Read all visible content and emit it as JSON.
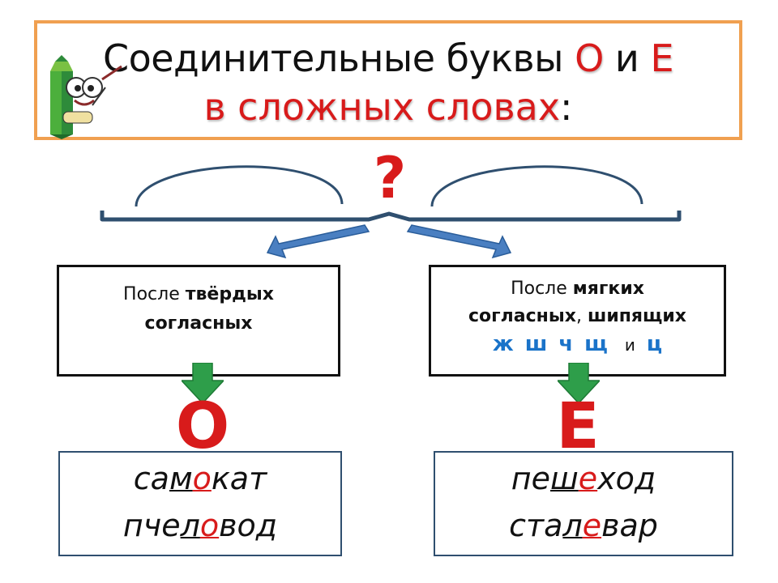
{
  "title": {
    "line1_prefix": "Соединительные буквы ",
    "letter_o": "О",
    "conj": " и ",
    "letter_e": "Е",
    "line2_main": "в сложных словах",
    "line2_colon": ":"
  },
  "question_mark": "?",
  "left_rule": {
    "prefix": "После ",
    "bold1": "твёрдых",
    "bold2": "согласных"
  },
  "right_rule": {
    "prefix": "После ",
    "bold1": "мягких",
    "bold2": "согласных",
    "comma": ", ",
    "bold3": "шипящих",
    "consonants": [
      "ж",
      "ш",
      "ч",
      "щ"
    ],
    "and": "и",
    "last_consonant": "ц"
  },
  "big_letters": {
    "o": "О",
    "e": "Е"
  },
  "examples_o": [
    {
      "pre": "са",
      "cons": "м",
      "vowel": "о",
      "post": "кат"
    },
    {
      "pre": "пче",
      "cons": "л",
      "vowel": "о",
      "post": "вод"
    }
  ],
  "examples_e": [
    {
      "pre": "пе",
      "cons": "ш",
      "vowel": "е",
      "post": "ход"
    },
    {
      "pre": "ста",
      "cons": "л",
      "vowel": "е",
      "post": "вар"
    }
  ],
  "colors": {
    "title_border": "#f0a050",
    "accent_red": "#d81b1b",
    "consonant_blue": "#1a73c9",
    "arrow_blue": "#4a7fc1",
    "arrow_green": "#2e9e4a"
  },
  "icons": [
    "pencil-mascot-icon",
    "blue-arrow-icon",
    "green-down-arrow-icon"
  ]
}
